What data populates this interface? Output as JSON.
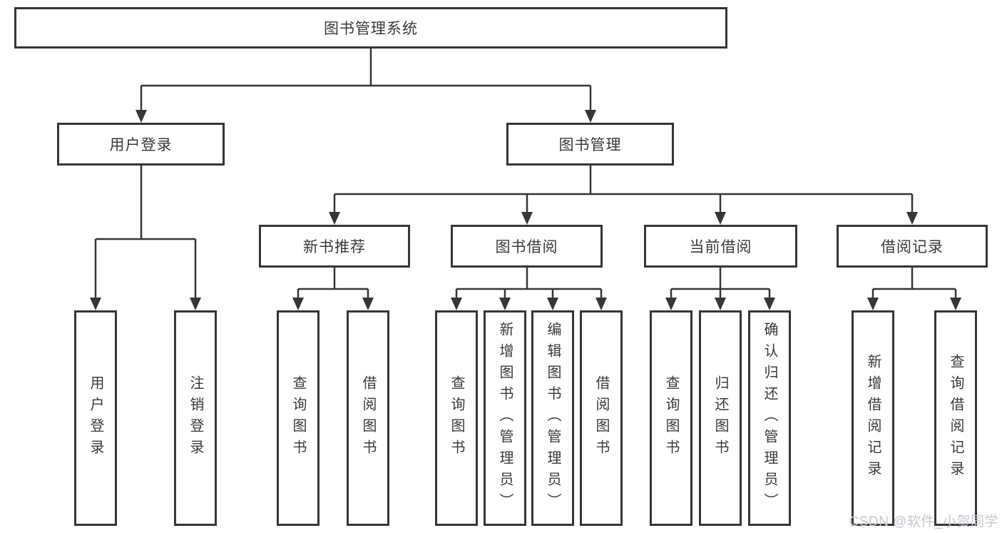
{
  "page": {
    "background": "#ffffff",
    "line_color": "#363636",
    "box_border_color": "#363636",
    "text_color": "#3a3a3a",
    "watermark": "CSDN @软件_小贺同学",
    "watermark_color": "#c7c7cf"
  },
  "tree": {
    "root": "图书管理系统",
    "branches": [
      {
        "label": "用户登录",
        "children": [
          "用户登录",
          "注销登录"
        ]
      },
      {
        "label": "图书管理",
        "groups": [
          {
            "label": "新书推荐",
            "children": [
              "查询图书",
              "借阅图书"
            ]
          },
          {
            "label": "图书借阅",
            "children": [
              "查询图书",
              "新增图书（管理员）",
              "编辑图书（管理员）",
              "借阅图书"
            ]
          },
          {
            "label": "当前借阅",
            "children": [
              "查询图书",
              "归还图书",
              "确认归还（管理员）"
            ]
          },
          {
            "label": "借阅记录",
            "children": [
              "新增借阅记录",
              "查询借阅记录"
            ]
          }
        ]
      }
    ]
  }
}
